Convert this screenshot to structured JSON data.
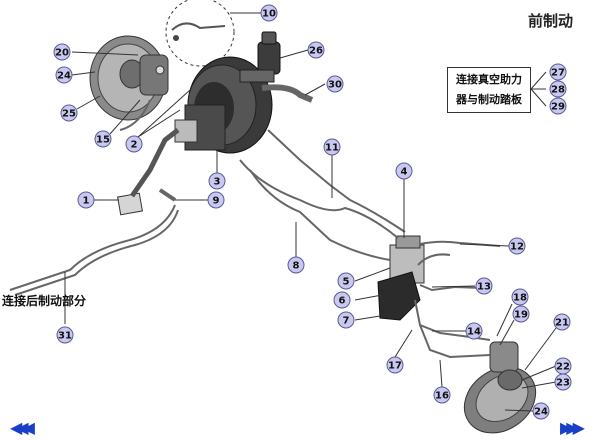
{
  "title": "前制动",
  "note": {
    "lines": [
      "连接真空助力",
      "器与制动踏板"
    ]
  },
  "rear_label": "连接后制动部分",
  "nav": {
    "prev": "◀◀◀",
    "next": "▶▶▶"
  },
  "callouts": [
    {
      "id": "c1",
      "label": "1"
    },
    {
      "id": "c2",
      "label": "2"
    },
    {
      "id": "c3",
      "label": "3"
    },
    {
      "id": "c4",
      "label": "4"
    },
    {
      "id": "c5",
      "label": "5"
    },
    {
      "id": "c6",
      "label": "6"
    },
    {
      "id": "c7",
      "label": "7"
    },
    {
      "id": "c8",
      "label": "8"
    },
    {
      "id": "c9",
      "label": "9"
    },
    {
      "id": "c10",
      "label": "10"
    },
    {
      "id": "c11",
      "label": "11"
    },
    {
      "id": "c12",
      "label": "12"
    },
    {
      "id": "c13",
      "label": "13"
    },
    {
      "id": "c14",
      "label": "14"
    },
    {
      "id": "c15",
      "label": "15"
    },
    {
      "id": "c16",
      "label": "16"
    },
    {
      "id": "c17",
      "label": "17"
    },
    {
      "id": "c18",
      "label": "18"
    },
    {
      "id": "c19",
      "label": "19"
    },
    {
      "id": "c20",
      "label": "20"
    },
    {
      "id": "c21",
      "label": "21"
    },
    {
      "id": "c22",
      "label": "22"
    },
    {
      "id": "c23",
      "label": "23"
    },
    {
      "id": "c24a",
      "label": "24"
    },
    {
      "id": "c24b",
      "label": "24"
    },
    {
      "id": "c25",
      "label": "25"
    },
    {
      "id": "c26",
      "label": "26"
    },
    {
      "id": "c27",
      "label": "27"
    },
    {
      "id": "c28",
      "label": "28"
    },
    {
      "id": "c29",
      "label": "29"
    },
    {
      "id": "c30",
      "label": "30"
    },
    {
      "id": "c31",
      "label": "31"
    }
  ],
  "colors": {
    "callout_fill": "#c9c8ef",
    "callout_stroke": "#5a5a9a",
    "nav": "#1a3fc7",
    "line": "#333333"
  }
}
